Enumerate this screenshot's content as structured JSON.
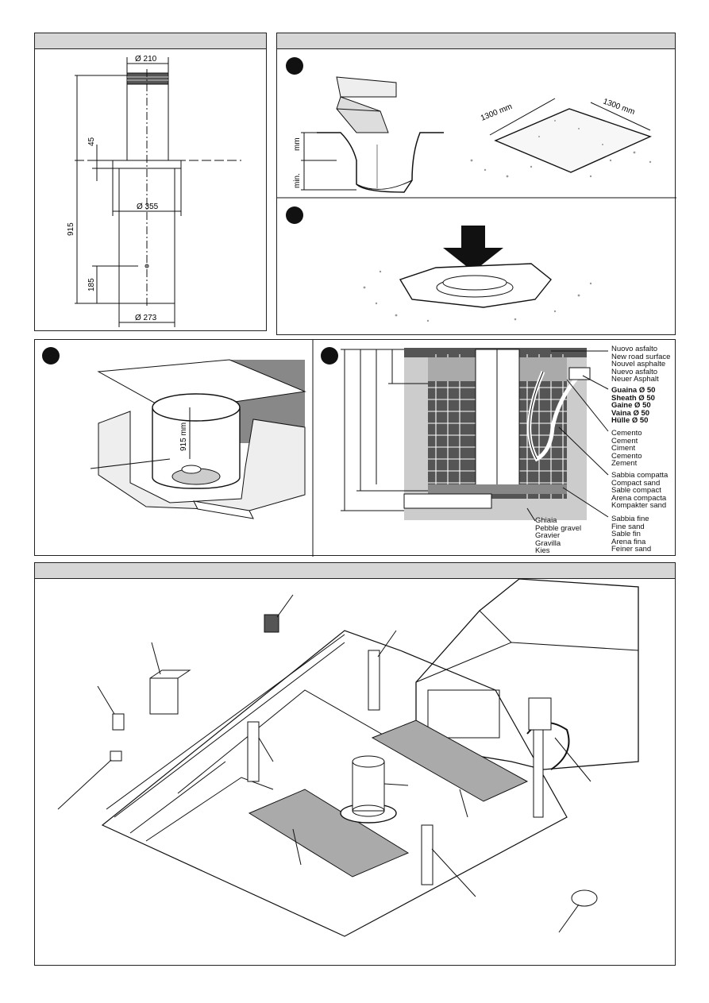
{
  "dimensions": {
    "top_diameter": "Ø 210",
    "flange_diameter": "Ø 355",
    "body_diameter": "Ø 273",
    "height_total": "915",
    "height_flange": "45",
    "height_base": "185"
  },
  "excavation": {
    "depth_label": "mm",
    "min_label": "min.",
    "width_a": "1300 mm",
    "width_b": "1300 mm"
  },
  "pit": {
    "depth_label": "915 mm"
  },
  "section_legend": {
    "road_surface": [
      "Nuovo asfalto",
      "New road surface",
      "Nouvel asphalte",
      "Nuevo asfalto",
      "Neuer Asphalt"
    ],
    "sheath": [
      "Guaina Ø 50",
      "Sheath Ø 50",
      "Gaine Ø 50",
      "Vaina Ø 50",
      "Hülle Ø 50"
    ],
    "cement": [
      "Cemento",
      "Cement",
      "Ciment",
      "Cemento",
      "Zement"
    ],
    "compact_sand": [
      "Sabbia compatta",
      "Compact sand",
      "Sable compact",
      "Arena compacta",
      "Kompakter sand"
    ],
    "fine_sand": [
      "Sabbia fine",
      "Fine sand",
      "Sable fin",
      "Arena fina",
      "Feiner sand"
    ],
    "gravel": [
      "Ghiaia",
      "Pebble gravel",
      "Gravier",
      "Gravilla",
      "Kies"
    ]
  }
}
